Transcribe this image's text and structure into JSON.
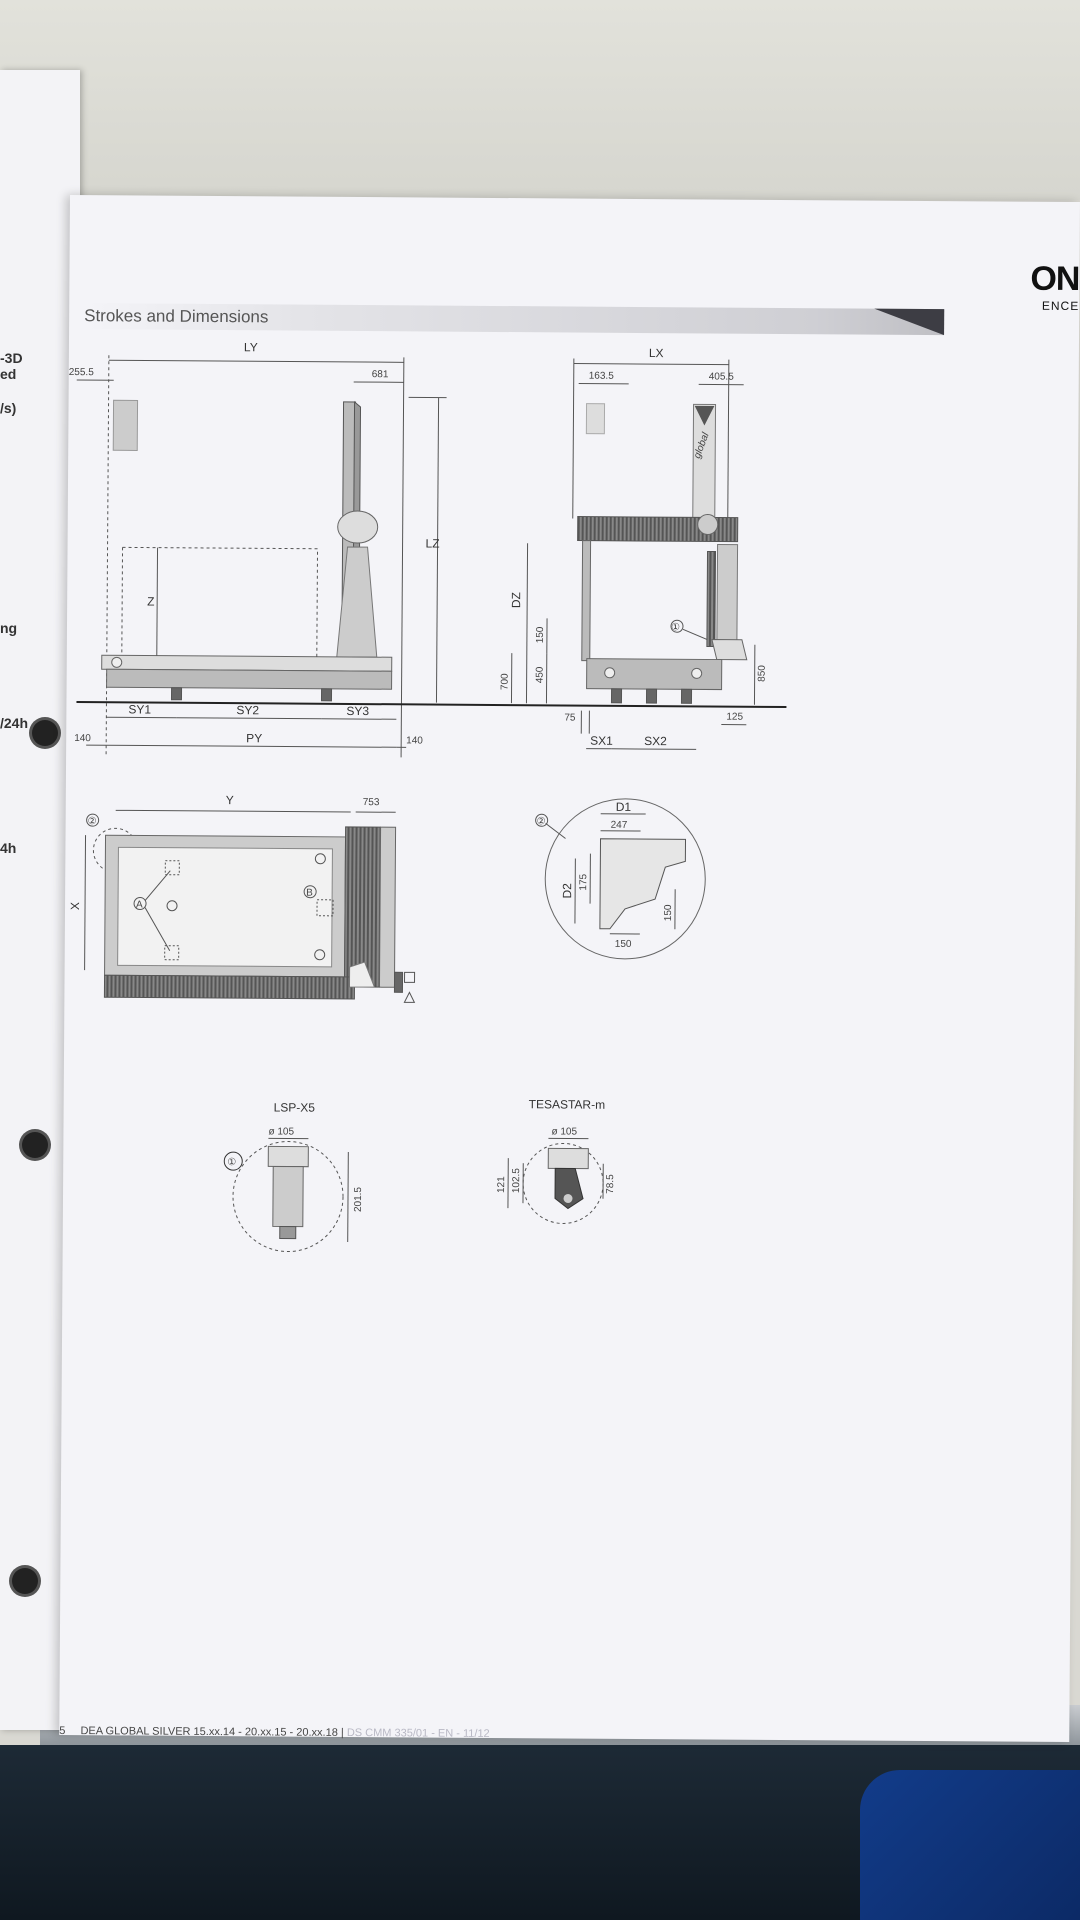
{
  "section_title": "Strokes and Dimensions",
  "brand": {
    "main": "ON",
    "sub": "ENCE"
  },
  "side_view": {
    "labels": {
      "LY": "LY",
      "Z": "Z",
      "LZ": "LZ",
      "SY1": "SY1",
      "SY2": "SY2",
      "SY3": "SY3",
      "PY": "PY"
    },
    "values": {
      "left_offset": "255.5",
      "right_offset": "681",
      "left_floor": "140",
      "right_floor": "140"
    }
  },
  "front_view": {
    "labels": {
      "LX": "LX",
      "DZ": "DZ",
      "SX1": "SX1",
      "SX2": "SX2",
      "logo": "global"
    },
    "values": {
      "left_offset": "163.5",
      "right_offset": "405.5",
      "v150": "150",
      "v450": "450",
      "v700": "700",
      "v850": "850",
      "v75": "75",
      "v125": "125"
    },
    "marker": "①"
  },
  "top_view": {
    "labels": {
      "Y": "Y",
      "X": "X",
      "A": "A",
      "B": "B"
    },
    "values": {
      "right": "753"
    },
    "marker": "②"
  },
  "detail": {
    "marker": "②",
    "labels": {
      "D1": "D1",
      "D2": "D2"
    },
    "values": {
      "w247": "247",
      "h175": "175",
      "w150": "150",
      "h150": "150"
    }
  },
  "probe_lsp": {
    "title": "LSP-X5",
    "marker": "①",
    "diameter": "ø 105",
    "height": "201.5"
  },
  "probe_tesa": {
    "title": "TESASTAR-m",
    "diameter": "ø 105",
    "h121": "121",
    "h102": "102.5",
    "h78": "78.5"
  },
  "footer": {
    "page": "5",
    "text": "DEA GLOBAL SILVER 15.xx.14 - 20.xx.15 - 20.xx.18 |",
    "faint": "DS CMM 335/01 - EN - 11/12"
  },
  "prev_page_fragments": [
    "-3D",
    "ed",
    "/s)",
    "ng",
    "/24h",
    "4h"
  ]
}
